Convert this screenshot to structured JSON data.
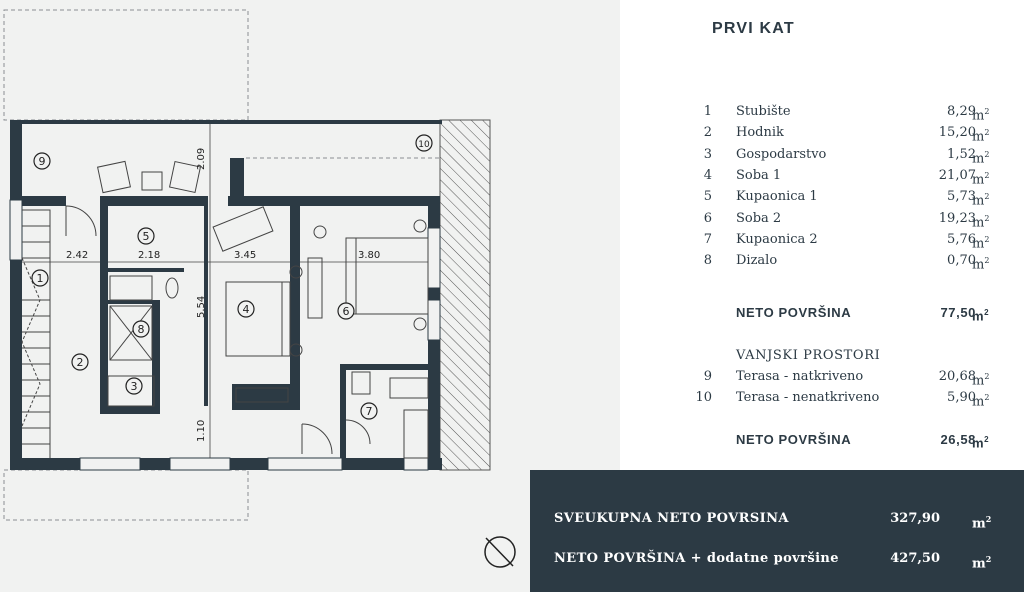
{
  "floor_title": "PRVI KAT",
  "rooms": [
    {
      "no": "1",
      "name": "Stubište",
      "area": "8,29",
      "unit": "m",
      "exp": "2"
    },
    {
      "no": "2",
      "name": "Hodnik",
      "area": "15,20",
      "unit": "m",
      "exp": "2"
    },
    {
      "no": "3",
      "name": "Gospodarstvo",
      "area": "1,52",
      "unit": "m",
      "exp": "2"
    },
    {
      "no": "4",
      "name": "Soba 1",
      "area": "21,07",
      "unit": "m",
      "exp": "2"
    },
    {
      "no": "5",
      "name": "Kupaonica 1",
      "area": "5,73",
      "unit": "m",
      "exp": "2"
    },
    {
      "no": "6",
      "name": "Soba 2",
      "area": "19,23",
      "unit": "m",
      "exp": "2"
    },
    {
      "no": "7",
      "name": "Kupaonica 2",
      "area": "5,76",
      "unit": "m",
      "exp": "2"
    },
    {
      "no": "8",
      "name": "Dizalo",
      "area": "0,70",
      "unit": "m",
      "exp": "2"
    }
  ],
  "neto_1": {
    "label": "NETO POVRŠINA",
    "area": "77,50",
    "unit": "m",
    "exp": "2"
  },
  "outdoor_heading": "VANJSKI PROSTORI",
  "outdoor": [
    {
      "no": "9",
      "name": "Terasa - natkriveno",
      "area": "20,68",
      "unit": "m",
      "exp": "2"
    },
    {
      "no": "10",
      "name": "Terasa - nenatkriveno",
      "area": "5,90",
      "unit": "m",
      "exp": "2"
    }
  ],
  "neto_2": {
    "label": "NETO POVRŠINA",
    "area": "26,58",
    "unit": "m",
    "exp": "2"
  },
  "summary": [
    {
      "label": "SVEUKUPNA NETO POVRSINA",
      "area": "327,90",
      "unit": "m",
      "exp": "2"
    },
    {
      "label": "NETO POVRŠINA + dodatne površine",
      "area": "427,50",
      "unit": "m",
      "exp": "2"
    }
  ],
  "plan": {
    "room_markers": [
      "1",
      "2",
      "3",
      "4",
      "5",
      "6",
      "7",
      "8",
      "9",
      "10"
    ],
    "dimensions": [
      "2.09",
      "2.42",
      "2.18",
      "3.45",
      "3.80",
      "5.54",
      "1.10"
    ],
    "icons": [
      "north-compass-icon"
    ]
  },
  "colors": {
    "dark": "#2c3a44",
    "plan_bg": "#f1f2f1",
    "text": "#2c3a44"
  }
}
